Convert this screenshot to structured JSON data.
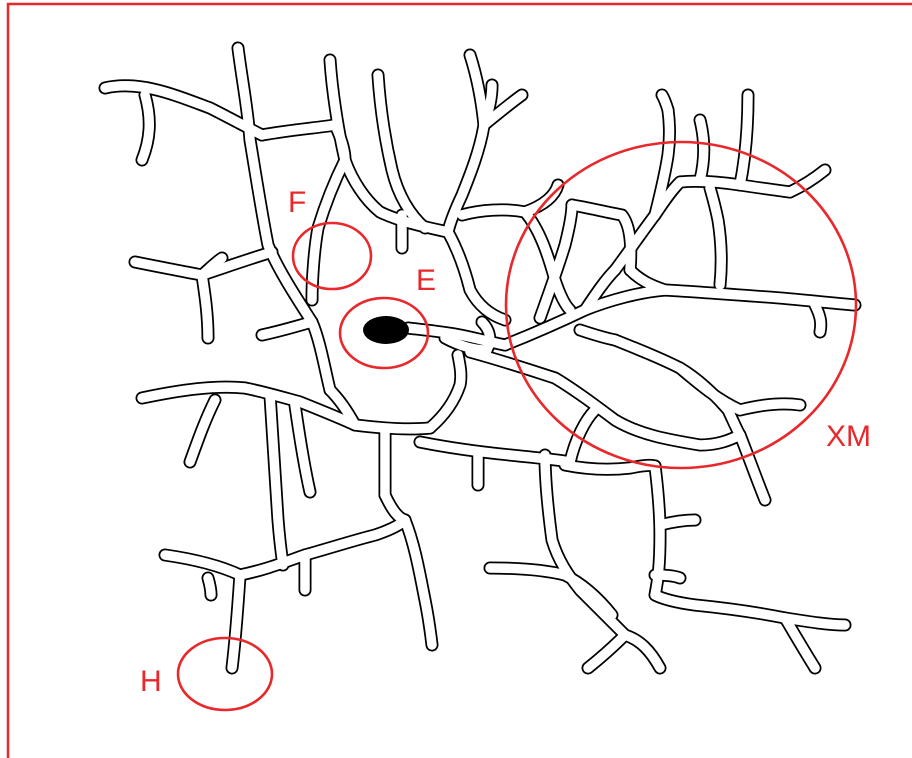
{
  "colors": {
    "frame": "#e8282b",
    "marker": "#e8282b",
    "label": "#e8282b",
    "vein_outline": "#000000",
    "vein_fill": "#ffffff",
    "background": "#ffffff",
    "nucleus": "#000000"
  },
  "labels": {
    "f": "F",
    "e": "E",
    "xm": "XM",
    "h": "H"
  }
}
